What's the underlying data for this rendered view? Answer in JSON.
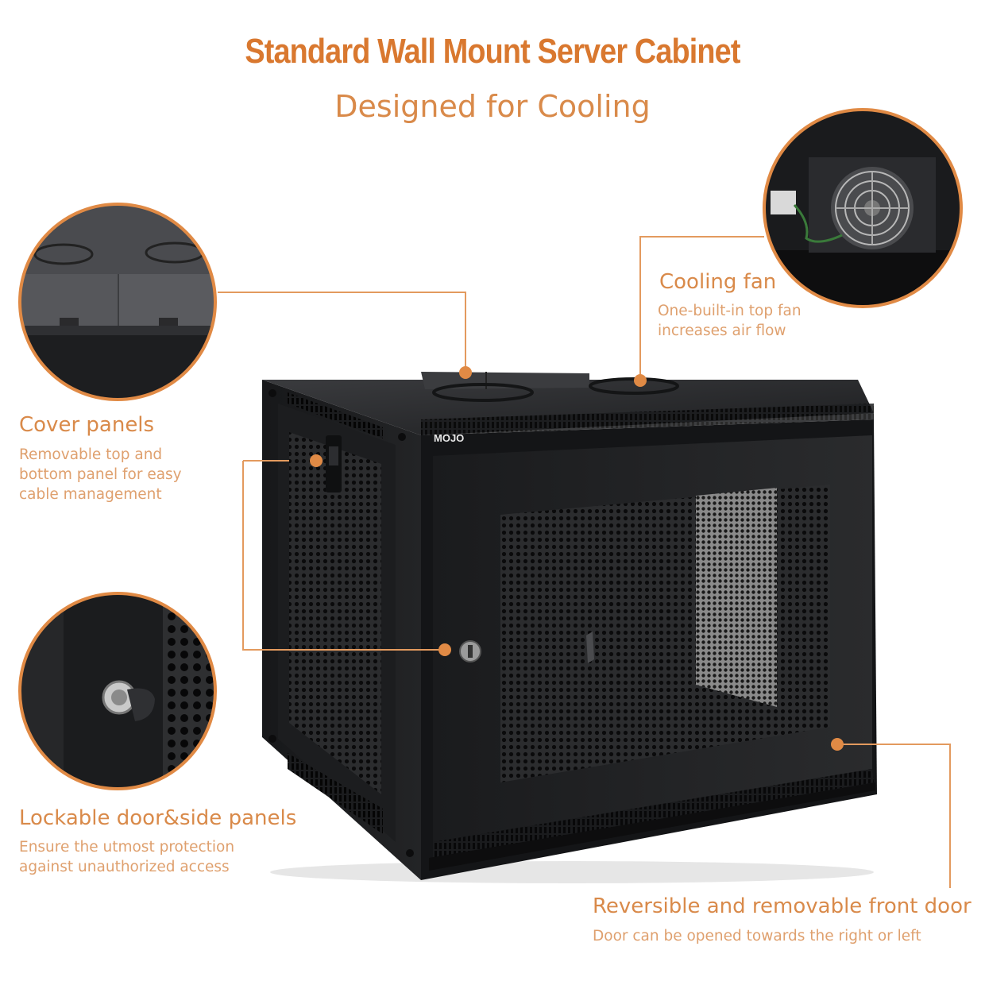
{
  "header": {
    "title": "Standard Wall Mount Server Cabinet",
    "subtitle": "Designed for Cooling"
  },
  "callouts": {
    "cover_panels": {
      "title": "Cover panels",
      "lines": [
        "Removable top and",
        "bottom panel for easy",
        "cable management"
      ]
    },
    "cooling_fan": {
      "title": "Cooling fan",
      "lines": [
        "One-built-in top fan",
        "increases air flow"
      ]
    },
    "lockable_door": {
      "title": "Lockable door&side panels",
      "lines": [
        "Ensure the utmost protection",
        "against unauthorized access"
      ]
    },
    "front_door": {
      "title": "Reversible and removable front door",
      "lines": [
        "Door can be opened towards the right or left"
      ]
    }
  },
  "brand": {
    "logo_text": "MOJO"
  },
  "colors": {
    "accent": "#d9782f",
    "accent_light": "#dfa06e",
    "cabinet": "#1f2022",
    "cabinet_dark": "#111214"
  }
}
